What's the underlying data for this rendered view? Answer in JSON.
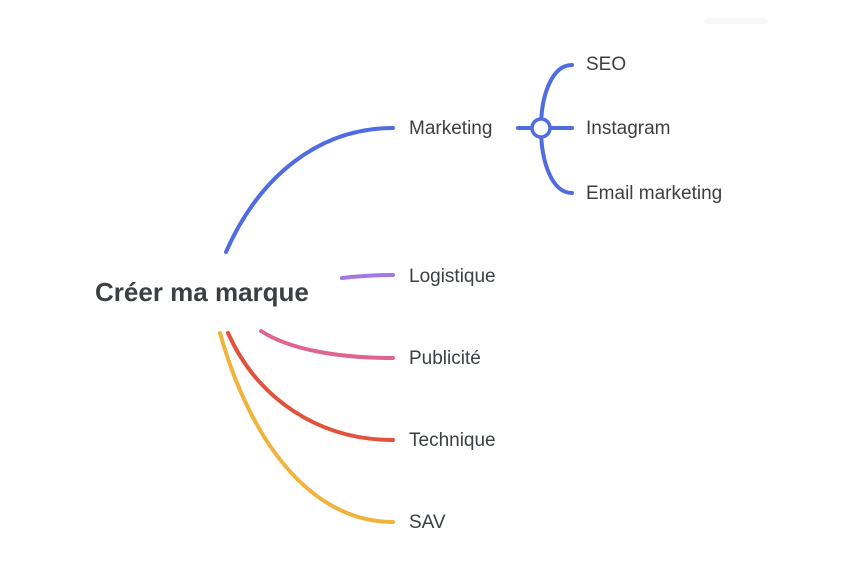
{
  "mindmap": {
    "central": {
      "label": "Créer ma marque"
    },
    "branches": [
      {
        "key": "marketing",
        "label": "Marketing",
        "color": "#4f6ce0",
        "children": [
          {
            "label": "SEO"
          },
          {
            "label": "Instagram"
          },
          {
            "label": "Email marketing"
          }
        ]
      },
      {
        "key": "logistique",
        "label": "Logistique",
        "color": "#a377e6",
        "children": []
      },
      {
        "key": "publicite",
        "label": "Publicité",
        "color": "#de6591",
        "children": []
      },
      {
        "key": "technique",
        "label": "Technique",
        "color": "#e1533c",
        "children": []
      },
      {
        "key": "sav",
        "label": "SAV",
        "color": "#f0b33c",
        "children": []
      }
    ]
  }
}
